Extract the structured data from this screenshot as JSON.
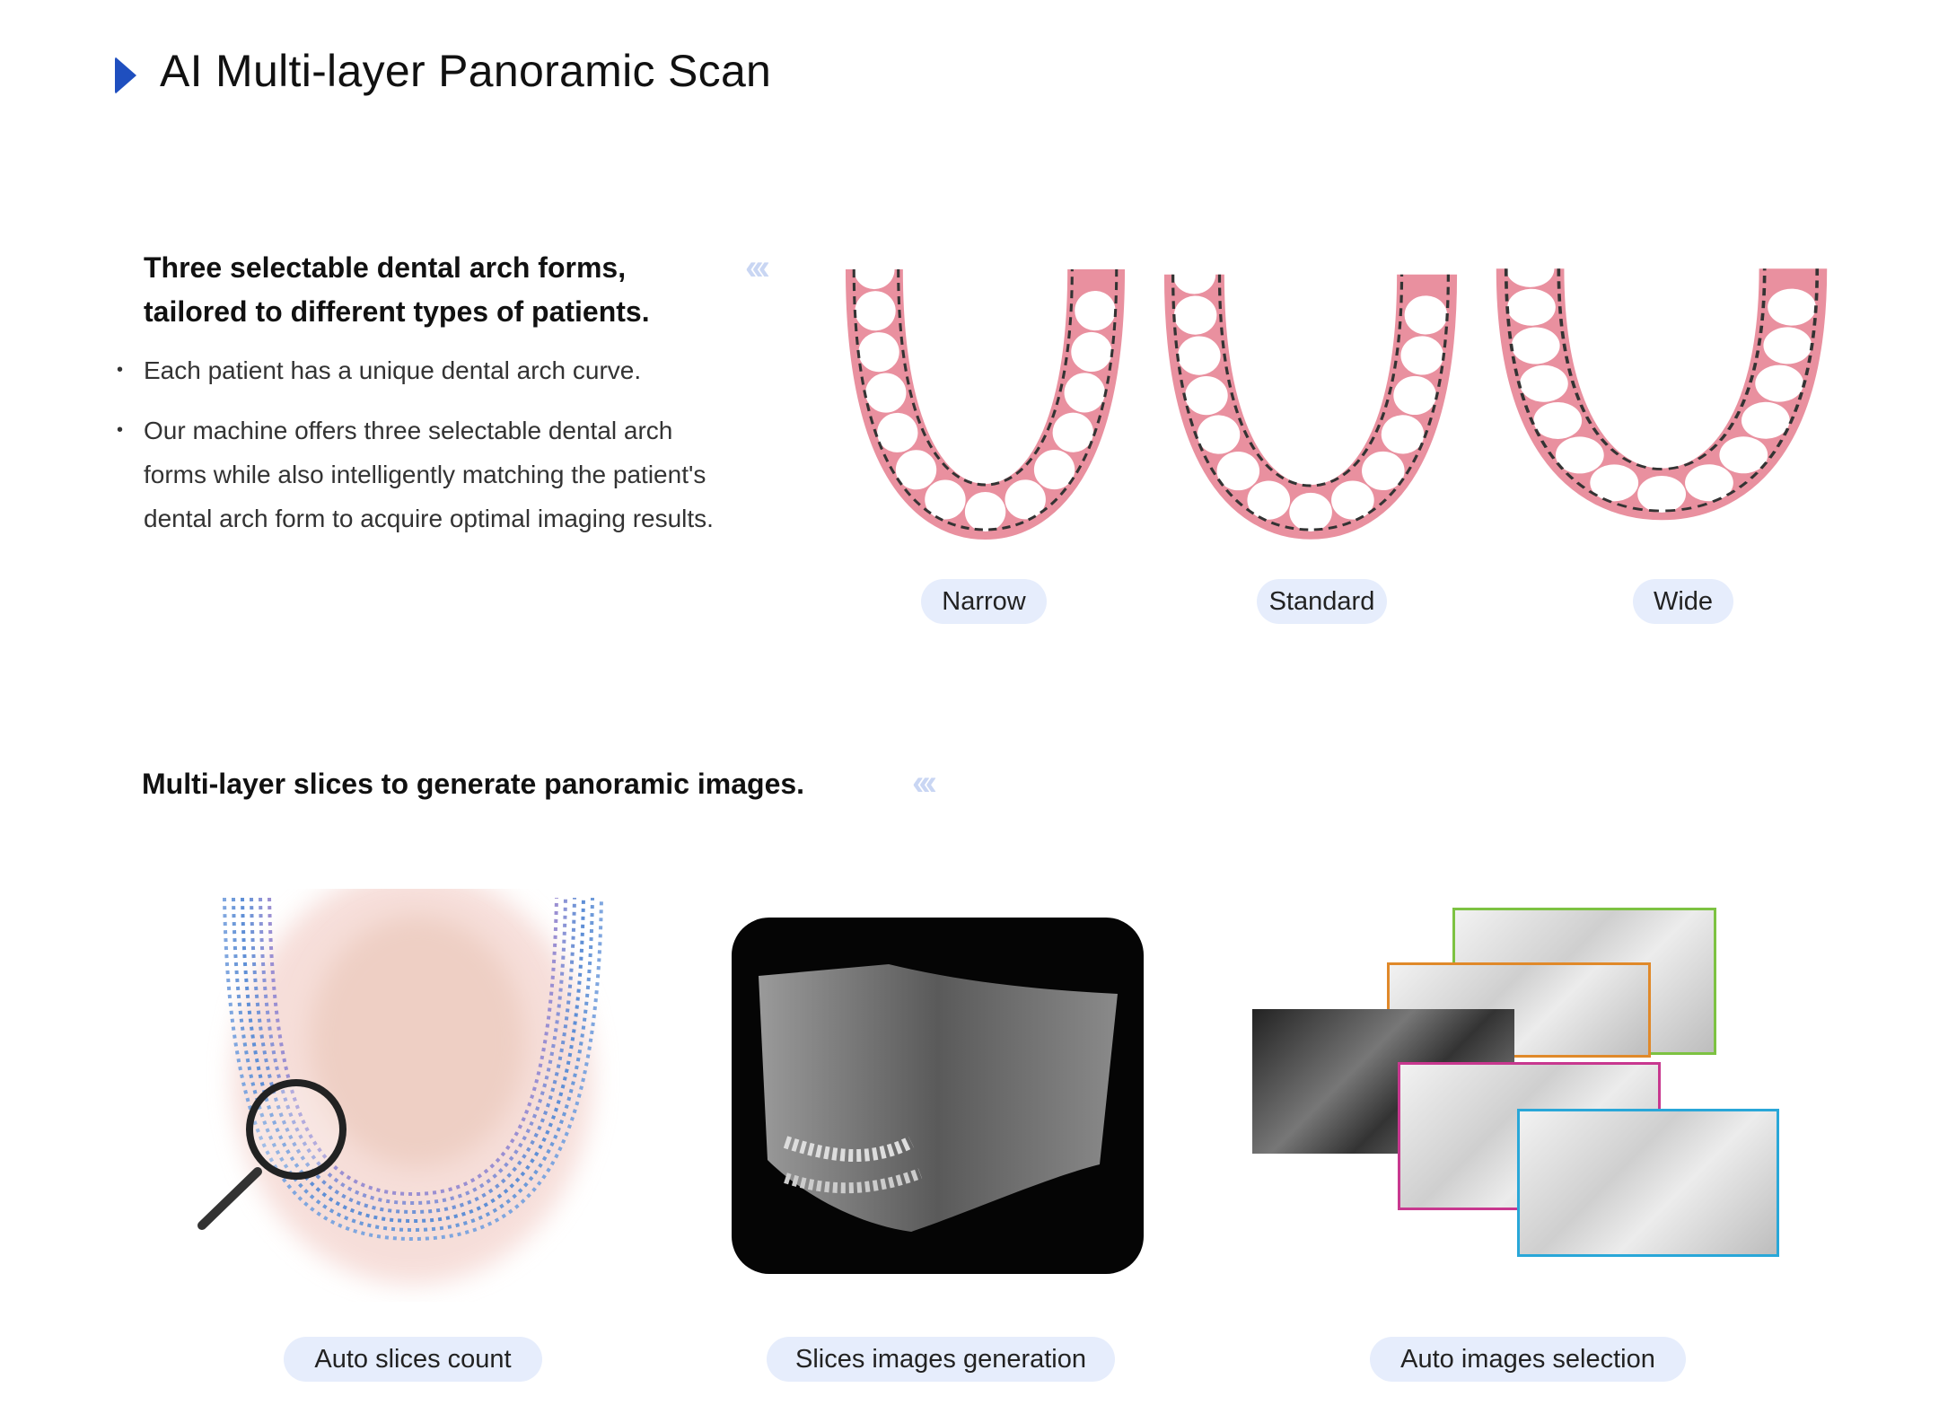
{
  "header": {
    "title": "AI Multi-layer Panoramic Scan",
    "marker_icon": "play-triangle-icon",
    "accent": "#1f4fbf"
  },
  "arch_section": {
    "heading_line1": "Three selectable dental arch forms,",
    "heading_line2": "tailored to different types of patients.",
    "bullets": [
      "Each patient has a unique dental arch curve.",
      "Our machine offers three selectable dental arch forms while also intelligently matching the patient's dental arch form to acquire optimal imaging results."
    ],
    "chevrons": "‹‹‹",
    "forms": [
      {
        "label": "Narrow"
      },
      {
        "label": "Standard"
      },
      {
        "label": "Wide"
      }
    ]
  },
  "slices_section": {
    "heading": "Multi-layer slices to generate panoramic images.",
    "chevrons": "‹‹‹",
    "steps": [
      {
        "label": "Auto slices count"
      },
      {
        "label": "Slices images generation"
      },
      {
        "label": "Auto images selection"
      }
    ],
    "frame_colors": [
      "#7dc242",
      "#e0892a",
      "#c8388f",
      "#29a7d8"
    ],
    "pill_color": "#e6edfc"
  }
}
